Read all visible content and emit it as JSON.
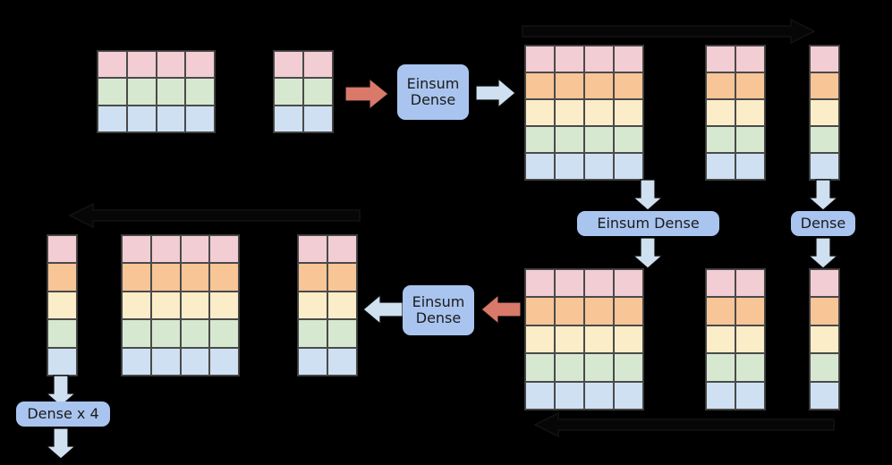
{
  "diagram": {
    "title": "Einsum Dense / Dense tensor-shape dataflow diagram",
    "background_color": "#000000",
    "palette": {
      "pink": "#f2cdd3",
      "orange": "#f7c596",
      "yellow": "#fcedc9",
      "green": "#d7e8d0",
      "blue": "#cfe0f2",
      "label_box": "#a9c5ef",
      "arrow_blue": "#cfe0f0",
      "arrow_salmon": "#d9796a",
      "arrow_outline": "#111111",
      "cell_border": "#4a4a4a",
      "text": "#1b1b1b"
    },
    "labels": [
      {
        "id": "einsum-dense-top",
        "text": "Einsum Dense",
        "lines": [
          "Einsum",
          "Dense"
        ]
      },
      {
        "id": "einsum-dense-mid",
        "text": "Einsum Dense",
        "lines": [
          "Einsum Dense"
        ]
      },
      {
        "id": "dense-right",
        "text": "Dense",
        "lines": [
          "Dense"
        ]
      },
      {
        "id": "einsum-dense-bottom",
        "text": "Einsum Dense",
        "lines": [
          "Einsum",
          "Dense"
        ]
      },
      {
        "id": "dense-x4",
        "text": "Dense x 4",
        "lines": [
          "Dense x 4"
        ]
      }
    ],
    "tensors": [
      {
        "id": "top-input-a",
        "cols": 4,
        "rows": 3,
        "row_colors": [
          "pink",
          "green",
          "blue"
        ]
      },
      {
        "id": "top-input-b",
        "cols": 2,
        "rows": 3,
        "row_colors": [
          "pink",
          "green",
          "blue"
        ]
      },
      {
        "id": "top-out-a",
        "cols": 4,
        "rows": 5,
        "row_colors": [
          "pink",
          "orange",
          "yellow",
          "green",
          "blue"
        ]
      },
      {
        "id": "top-out-b",
        "cols": 2,
        "rows": 5,
        "row_colors": [
          "pink",
          "orange",
          "yellow",
          "green",
          "blue"
        ]
      },
      {
        "id": "top-out-c",
        "cols": 1,
        "rows": 5,
        "row_colors": [
          "pink",
          "orange",
          "yellow",
          "green",
          "blue"
        ]
      },
      {
        "id": "bottom-in-a",
        "cols": 4,
        "rows": 5,
        "row_colors": [
          "pink",
          "orange",
          "yellow",
          "green",
          "blue"
        ]
      },
      {
        "id": "bottom-in-b",
        "cols": 2,
        "rows": 5,
        "row_colors": [
          "pink",
          "orange",
          "yellow",
          "green",
          "blue"
        ]
      },
      {
        "id": "bottom-in-c",
        "cols": 1,
        "rows": 5,
        "row_colors": [
          "pink",
          "orange",
          "yellow",
          "green",
          "blue"
        ]
      },
      {
        "id": "bottom-out-a",
        "cols": 1,
        "rows": 5,
        "row_colors": [
          "pink",
          "orange",
          "yellow",
          "green",
          "blue"
        ]
      },
      {
        "id": "bottom-out-b",
        "cols": 4,
        "rows": 5,
        "row_colors": [
          "pink",
          "orange",
          "yellow",
          "green",
          "blue"
        ]
      },
      {
        "id": "bottom-out-c",
        "cols": 2,
        "rows": 5,
        "row_colors": [
          "pink",
          "orange",
          "yellow",
          "green",
          "blue"
        ]
      }
    ],
    "arrows": [
      {
        "id": "flow-top-right",
        "direction": "right",
        "style": "outline"
      },
      {
        "id": "flow-mid-left",
        "direction": "left",
        "style": "outline"
      },
      {
        "id": "flow-bottom-left",
        "direction": "left",
        "style": "outline"
      },
      {
        "id": "arrow-into-einsum-top",
        "direction": "right",
        "style": "salmon"
      },
      {
        "id": "arrow-out-einsum-top",
        "direction": "right",
        "style": "blue"
      },
      {
        "id": "arrow-into-einsum-bottom",
        "direction": "left",
        "style": "salmon"
      },
      {
        "id": "arrow-out-einsum-bottom",
        "direction": "left",
        "style": "blue"
      },
      {
        "id": "arrow-down-to-einsum-mid",
        "direction": "down",
        "style": "blue"
      },
      {
        "id": "arrow-down-from-einsum-mid",
        "direction": "down",
        "style": "blue"
      },
      {
        "id": "arrow-down-to-dense",
        "direction": "down",
        "style": "blue"
      },
      {
        "id": "arrow-down-from-dense",
        "direction": "down",
        "style": "blue"
      },
      {
        "id": "arrow-down-to-densex4",
        "direction": "down",
        "style": "blue"
      },
      {
        "id": "arrow-down-from-densex4",
        "direction": "down",
        "style": "blue"
      }
    ]
  }
}
